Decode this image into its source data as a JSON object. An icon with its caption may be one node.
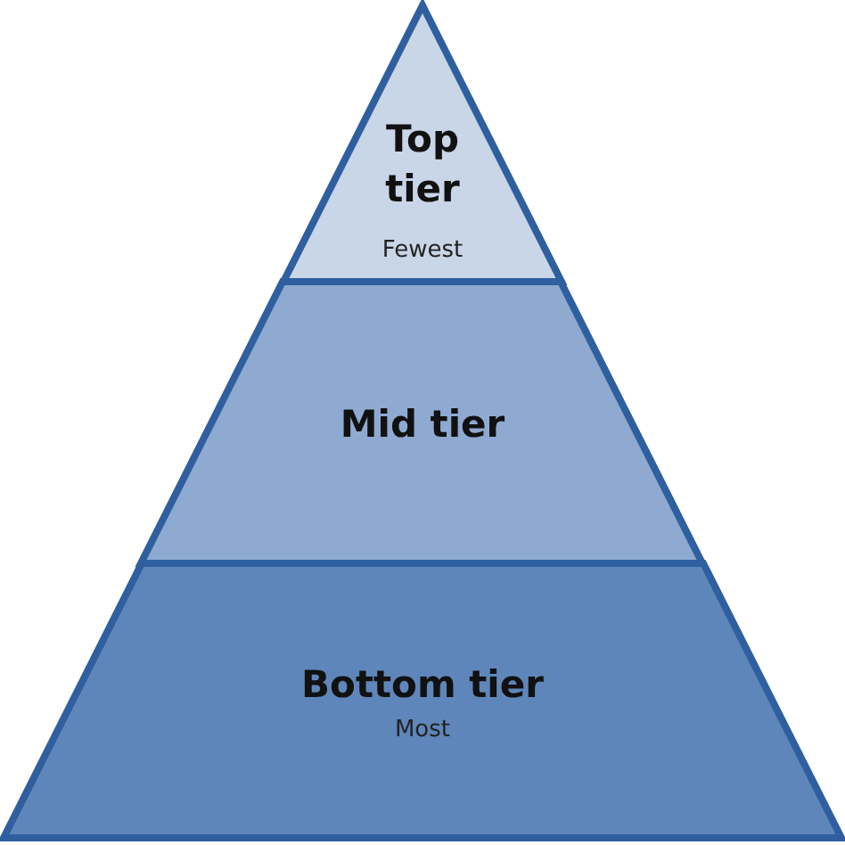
{
  "diagram": {
    "nodes": [
      {
        "text": [
          "Top tier",
          "Fewest"
        ]
      },
      {
        "text": [
          "Mid tier"
        ]
      },
      {
        "text": [
          "Bottom tier",
          "Most"
        ]
      }
    ]
  }
}
